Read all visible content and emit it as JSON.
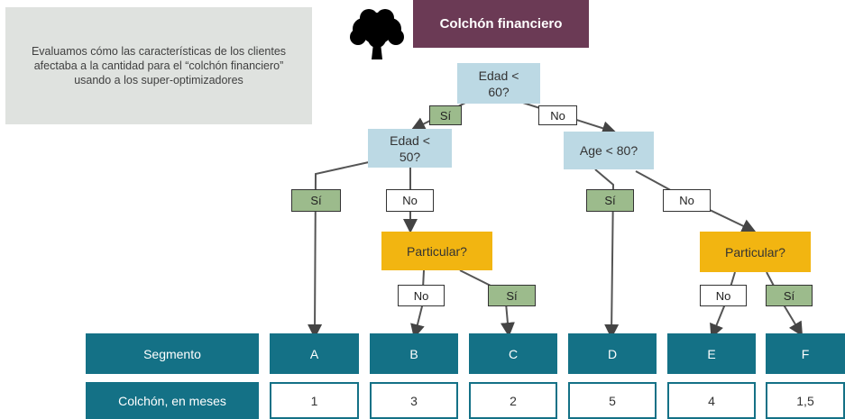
{
  "note_text": "Evaluamos cómo las características de los clientes afectaba a la cantidad para el “colchón financiero” usando a los super-optimizadores",
  "title": "Colchón financiero",
  "nodes": {
    "edad60": "Edad < 60?",
    "edad50": "Edad < 50?",
    "age80": "Age < 80?",
    "particular_left": "Particular?",
    "particular_right": "Particular?"
  },
  "branch_labels": {
    "yes": "Sí",
    "no": "No"
  },
  "table": {
    "row1_header": "Segmento",
    "row2_header": "Colchón, en meses",
    "segments": [
      "A",
      "B",
      "C",
      "D",
      "E",
      "F"
    ],
    "months": [
      "1",
      "3",
      "2",
      "5",
      "4",
      "1,5"
    ]
  },
  "colors": {
    "title_bg": "#6b3a55",
    "question_bg": "#bcd9e4",
    "particular_bg": "#f2b511",
    "yes_bg": "#9cbb8c",
    "segment_bg": "#147186",
    "note_bg": "#dfe2df"
  },
  "icons": {
    "tree": "tree-icon"
  }
}
